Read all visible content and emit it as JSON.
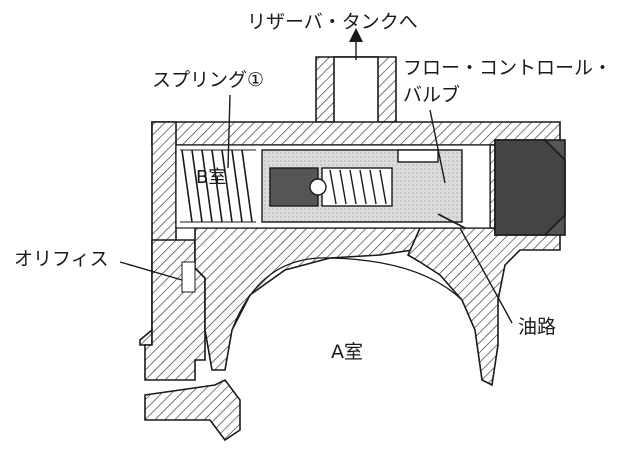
{
  "diagram": {
    "labels": {
      "reservoir": "リザーバ・タンクへ",
      "spring": "スプリング①",
      "flow_valve_line1": "フロー・コントロール・",
      "flow_valve_line2": "バルブ",
      "chamber_b": "B室",
      "orifice": "オリフィス",
      "oil_passage": "油路",
      "chamber_a": "A室"
    },
    "colors": {
      "line": "#1a1a1a",
      "hatch": "#333333",
      "valve_fill": "#d9d9d9",
      "plug_fill": "#555555",
      "background": "#ffffff"
    }
  }
}
